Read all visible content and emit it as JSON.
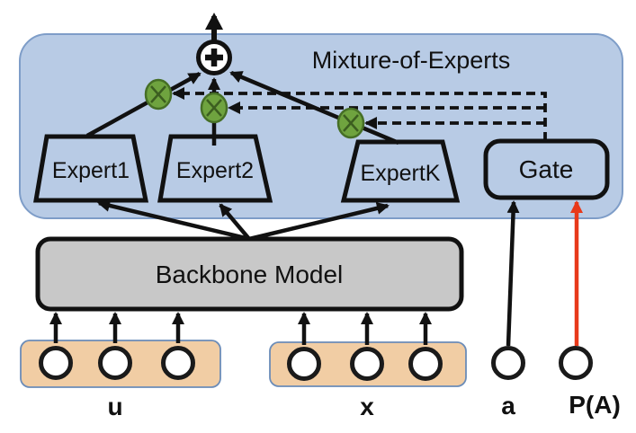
{
  "diagram": {
    "title": "Mixture-of-Experts",
    "backbone": {
      "label": "Backbone Model"
    },
    "experts": [
      {
        "label": "Expert1"
      },
      {
        "label": "Expert2"
      },
      {
        "label": "ExpertK"
      }
    ],
    "gate": {
      "label": "Gate"
    },
    "sum_node": {
      "icon": "plus-in-circle"
    },
    "multiply_nodes": {
      "count": 3,
      "icon": "multiply-in-circle"
    },
    "inputs": [
      {
        "id": "u",
        "label": "u",
        "units": 3
      },
      {
        "id": "x",
        "label": "x",
        "units": 3
      },
      {
        "id": "a",
        "label": "a",
        "units": 1
      },
      {
        "id": "pa",
        "label": "P(A)",
        "units": 1
      }
    ],
    "colors": {
      "moe_fill": "#b8cbe5",
      "moe_border": "#7e9dc8",
      "backbone_fill": "#c8c8c8",
      "input_box_fill": "#f1cda4",
      "input_box_border": "#6b8cb8",
      "multiply_node_fill": "#6fa33f",
      "multiply_node_border": "#466f26",
      "arrow_black": "#111111",
      "arrow_red": "#e8391a"
    }
  }
}
